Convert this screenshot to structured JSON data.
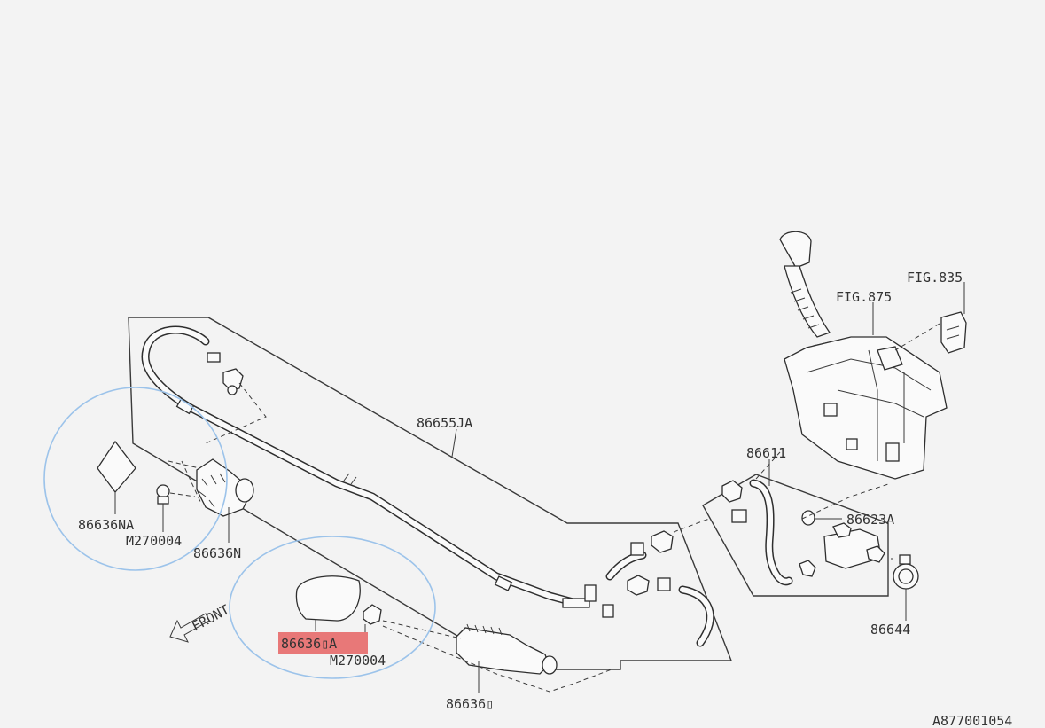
{
  "labels": {
    "fig835": "FIG.835",
    "fig875": "FIG.875",
    "p86655JA": "86655JA",
    "p86611": "86611",
    "p86623A": "86623A",
    "p86644": "86644",
    "p86636NA": "86636NA",
    "pM270004_left": "M270004",
    "p86636N": "86636N",
    "p86636_A": "86636▯A",
    "pM270004_right": "M270004",
    "p86636_": "86636▯",
    "front": "FRONT",
    "diagram_code": "A877001054"
  },
  "colors": {
    "highlight": "#e87878",
    "circle": "#9cc3ea",
    "line": "#3a3a3a"
  }
}
